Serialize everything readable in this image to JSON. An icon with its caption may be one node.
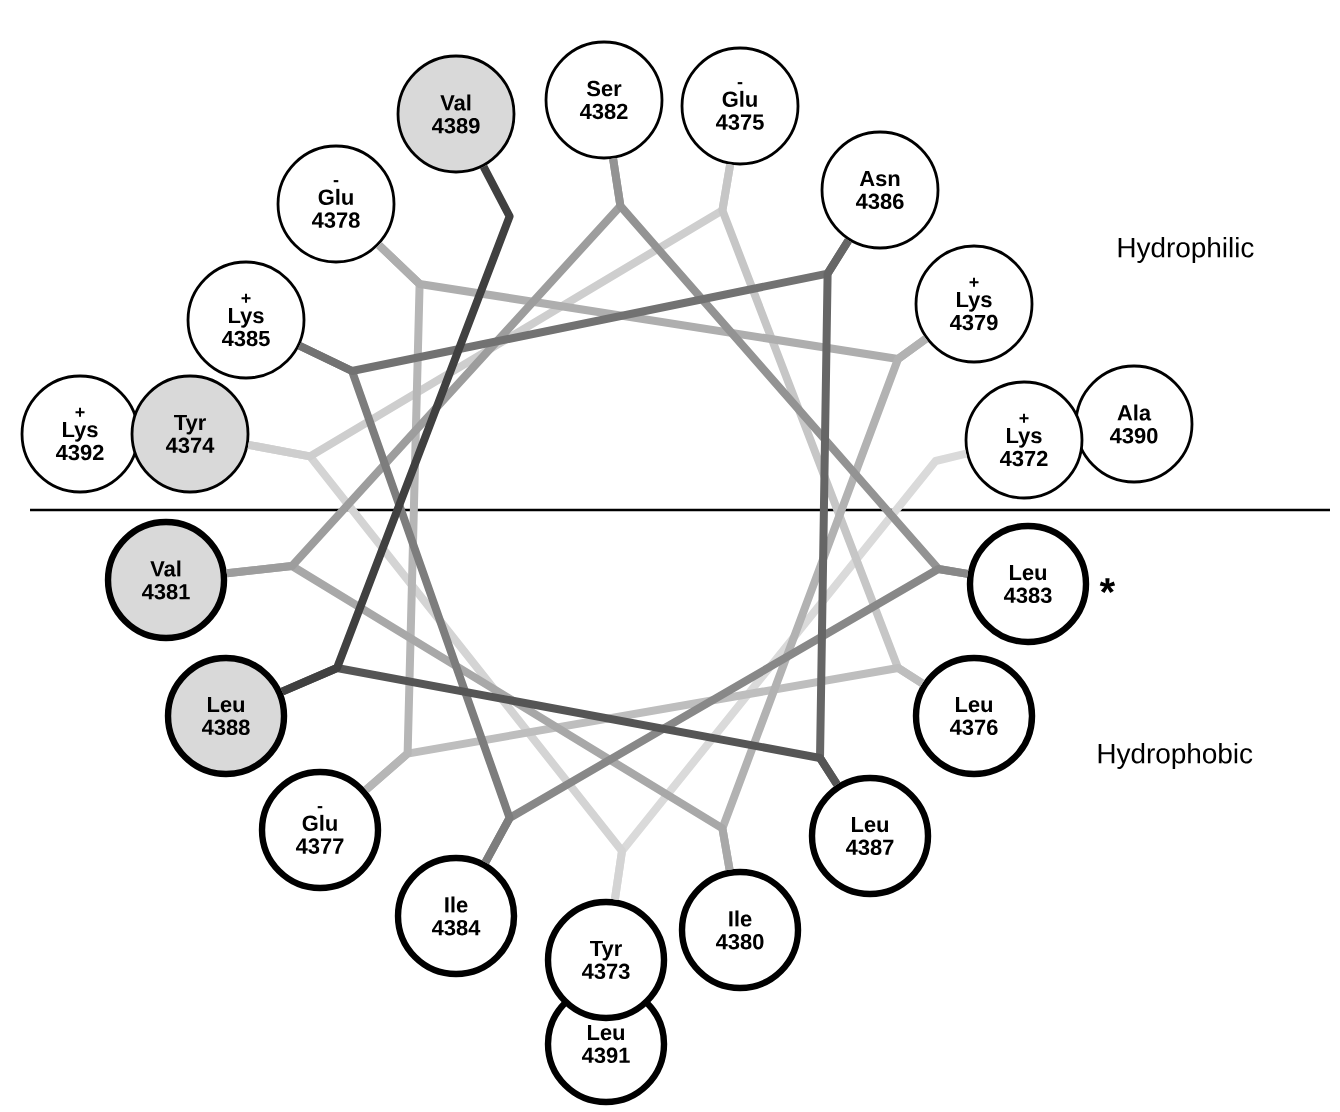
{
  "diagram": {
    "nodes": [
      {
        "text": [
          "+",
          "Lys 4372"
        ]
      },
      {
        "text": [
          "Tyr 4373"
        ]
      },
      {
        "text": [
          "Tyr 4374"
        ]
      },
      {
        "text": [
          "-",
          "Glu 4375"
        ]
      },
      {
        "text": [
          "Leu 4376"
        ]
      },
      {
        "text": [
          "-",
          "Glu 4377"
        ]
      },
      {
        "text": [
          "-",
          "Glu 4378"
        ]
      },
      {
        "text": [
          "+",
          "Lys 4379"
        ]
      },
      {
        "text": [
          "Ile 4380"
        ]
      },
      {
        "text": [
          "Val 4381"
        ]
      },
      {
        "text": [
          "Ser 4382"
        ]
      },
      {
        "text": [
          "Leu 4383"
        ],
        "beside": [
          "*"
        ]
      },
      {
        "text": [
          "Ile 4384"
        ]
      },
      {
        "text": [
          "+",
          "Lys 4385"
        ]
      },
      {
        "text": [
          "Asn 4386"
        ]
      },
      {
        "text": [
          "Leu 4387"
        ]
      },
      {
        "text": [
          "Leu 4388"
        ]
      },
      {
        "text": [
          "Val 4389"
        ]
      },
      {
        "text": [
          "Ala 4390"
        ]
      },
      {
        "text": [
          "Leu 4391"
        ]
      },
      {
        "text": [
          "+",
          "Lys 4392"
        ]
      }
    ],
    "edges": [
      {
        "from": 0,
        "to": 1,
        "arrow": "none",
        "color": "#dadada"
      },
      {
        "from": 1,
        "to": 2,
        "arrow": "none",
        "color": "#d4d4d4"
      },
      {
        "from": 2,
        "to": 3,
        "arrow": "none",
        "color": "#cecece"
      },
      {
        "from": 3,
        "to": 4,
        "arrow": "none",
        "color": "#c6c6c6"
      },
      {
        "from": 4,
        "to": 5,
        "arrow": "none",
        "color": "#bebebe"
      },
      {
        "from": 5,
        "to": 6,
        "arrow": "none",
        "color": "#b6b6b6"
      },
      {
        "from": 6,
        "to": 7,
        "arrow": "none",
        "color": "#aeaeae"
      },
      {
        "from": 7,
        "to": 8,
        "arrow": "none",
        "color": "#b2b2b2"
      },
      {
        "from": 8,
        "to": 9,
        "arrow": "none",
        "color": "#a8a8a8"
      },
      {
        "from": 9,
        "to": 10,
        "arrow": "none",
        "color": "#9d9d9d"
      },
      {
        "from": 10,
        "to": 11,
        "arrow": "none",
        "color": "#939393"
      },
      {
        "from": 11,
        "to": 12,
        "arrow": "none",
        "color": "#888888"
      },
      {
        "from": 12,
        "to": 13,
        "arrow": "none",
        "color": "#7d7d7d"
      },
      {
        "from": 13,
        "to": 14,
        "arrow": "none",
        "color": "#727272"
      },
      {
        "from": 14,
        "to": 15,
        "arrow": "none",
        "color": "#666666"
      },
      {
        "from": 15,
        "to": 16,
        "arrow": "none",
        "color": "#555555"
      },
      {
        "from": 16,
        "to": 17,
        "arrow": "none",
        "color": "#404040"
      }
    ],
    "labels": [
      "Hydrophilic",
      "Hydrophobic"
    ]
  }
}
